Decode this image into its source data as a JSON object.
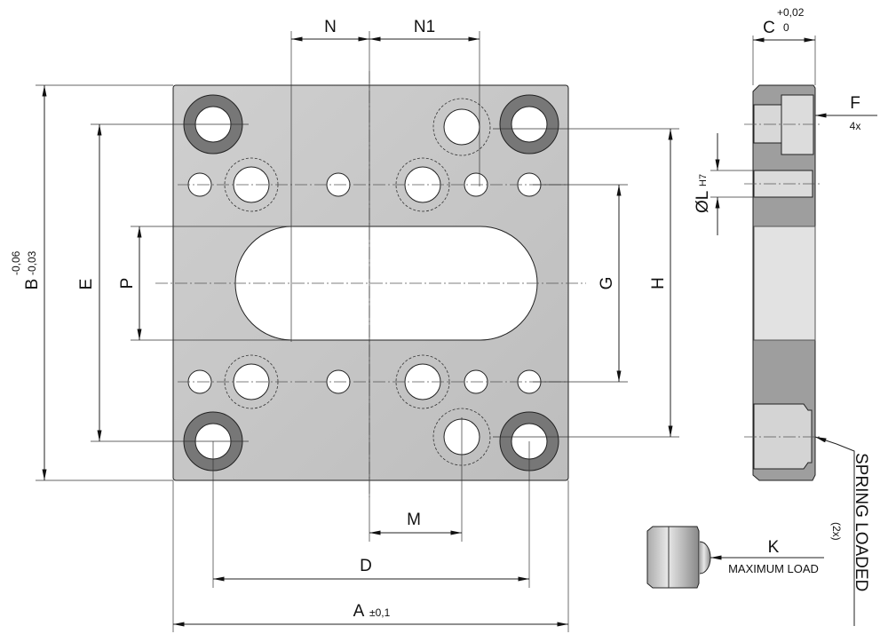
{
  "labels": {
    "N": "N",
    "N1": "N1",
    "M": "M",
    "D": "D",
    "A": "A",
    "A_tol": "±0,1",
    "B": "B",
    "B_tol_upper": "-0,06",
    "B_tol_lower": "-0,03",
    "E": "E",
    "P": "P",
    "G": "G",
    "H": "H",
    "C": "C",
    "C_tol_upper": "+0,02",
    "C_tol_lower": "0",
    "F": "F",
    "F_count": "4x",
    "L": "ØL",
    "L_tol": "H7",
    "K": "K",
    "max_load": "MAXIMUM LOAD",
    "spring_loaded": "SPRING LOADED",
    "spring_count": "(2x)"
  },
  "colors": {
    "plate": "#c9c9c9",
    "counterbore": "#7a7a7a",
    "line": "#222222"
  }
}
